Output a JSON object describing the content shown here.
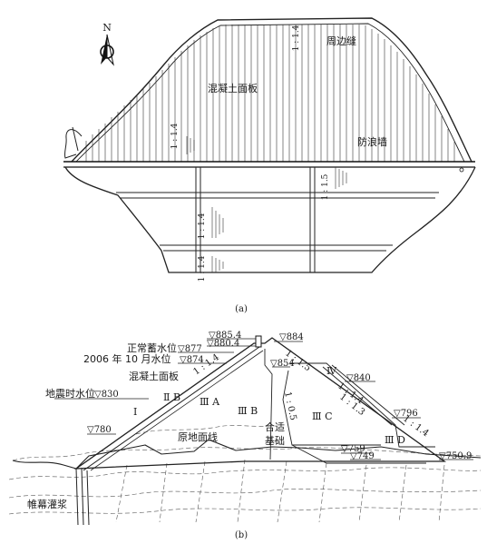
{
  "plan": {
    "north_label": "N",
    "slopes": {
      "top": "1 : 1.4",
      "left": "1 : 1.4",
      "right": "1 : 1.5",
      "bottom_upper": "1 : 1.4",
      "bottom_lower": "1 : 1.4"
    },
    "labels": {
      "perimeter_joint": "周边缝",
      "concrete_face": "混凝土面板",
      "wave_wall": "防浪墙"
    },
    "caption": "(a)"
  },
  "section": {
    "levels": {
      "crest_top": "▽885.4",
      "wall": "▽880.4",
      "normal": "▽877",
      "oct2006": "▽874",
      "eq": "▽830",
      "low": "▽780",
      "ds_crest": "▽884",
      "ds_854": "▽854",
      "ds_840": "▽840",
      "ds_796": "▽796",
      "ds_759": "▽759",
      "ds_749": "▽749",
      "ds_toe": "▽750.9"
    },
    "labels": {
      "normal_level": "正常蓄水位",
      "oct2006_level": "2006 年 10 月水位",
      "concrete_face": "混凝土面板",
      "eq_level": "地震时水位",
      "original_ground": "原地面线",
      "suitable_foundation_1": "合适",
      "suitable_foundation_2": "基础",
      "curtain_grouting": "帷幕灌浆"
    },
    "zones": {
      "z1": "I",
      "z2b": "Ⅱ B",
      "z3a": "Ⅲ A",
      "z3b": "Ⅲ B",
      "z3c": "Ⅲ C",
      "z3d": "Ⅲ D",
      "z4": "Ⅳ"
    },
    "slopes": {
      "us": "1 : 1.4",
      "ds_top": "1 : 1.5",
      "ds_mid": "1 : 1.4",
      "ds_low": "1 : 1.4",
      "inner_1": "1 : 1.3",
      "inner_2": "1 : 0.5"
    },
    "caption": "(b)"
  }
}
